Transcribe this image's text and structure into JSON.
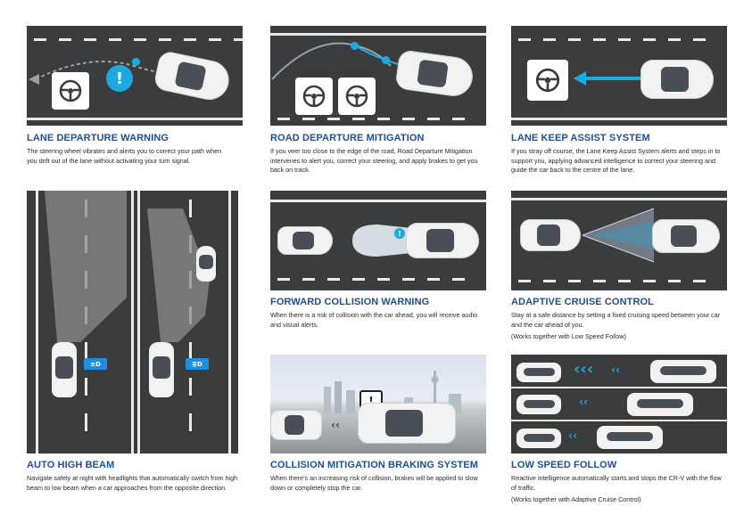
{
  "features": [
    {
      "title": "LANE DEPARTURE WARNING",
      "desc": "The steering wheel vibrates and alerts you to correct your path when you drift out of the lane without activating your turn signal."
    },
    {
      "title": "ROAD DEPARTURE MITIGATION",
      "desc": "If you veer too close to the edge of the road, Road Departure Mitigation intervenes to alert you, correct your steering, and apply brakes to get you back on track."
    },
    {
      "title": "LANE KEEP ASSIST SYSTEM",
      "desc": "If you stray off course, the Lane Keep Assist System alerts and steps in to support you, applying advanced intelligence to correct your steering and guide the car back to the centre of the lane."
    },
    {
      "title": "AUTO HIGH BEAM",
      "desc": "Navigate safely at night with headlights that automatically switch from high beam to low beam when a car approaches from the opposite direction."
    },
    {
      "title": "FORWARD COLLISION WARNING",
      "desc": "When there is a risk of collision with the car ahead, you will receive audio and visual alerts."
    },
    {
      "title": "ADAPTIVE CRUISE CONTROL",
      "desc": "Stay at a safe distance by setting a fixed cruising speed between your car and the car ahead of you.",
      "note": "(Works together with Low Speed Follow)"
    },
    {
      "title": "COLLISION MITIGATION BRAKING SYSTEM",
      "desc": "When there's an increasing risk of collision, brakes will be applied to slow down or completely stop the car."
    },
    {
      "title": "LOW SPEED FOLLOW",
      "desc": "Reactive intelligence automatically starts and stops the CR-V with the flow of traffic.",
      "note": "(Works together with Adaptive Cruise Control)"
    }
  ],
  "icons": {
    "alert": "!",
    "steering": "steering-wheel-icon",
    "headlight_high": "high-beam-icon",
    "headlight_low": "low-beam-icon"
  },
  "colors": {
    "title": "#1f4f8f",
    "accent": "#1da8e0",
    "road": "#3b3c3e"
  }
}
